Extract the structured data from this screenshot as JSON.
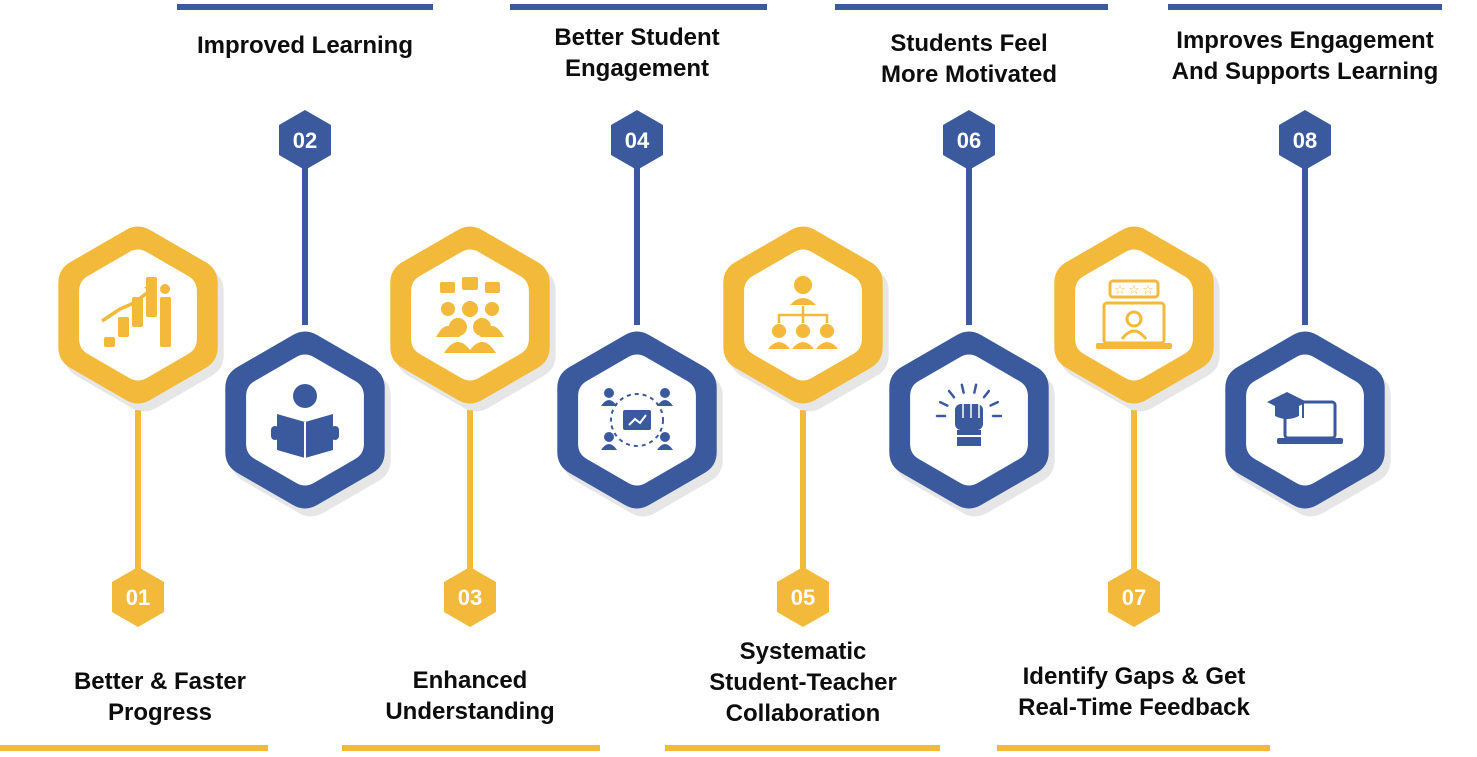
{
  "colors": {
    "yellow": "#f2b93b",
    "yellow_dark": "#f0a81a",
    "blue": "#3b5a9e",
    "shadow": "#d6d6d6",
    "text": "#0d0d0d"
  },
  "steps": [
    {
      "number": "01",
      "lines": [
        "Better & Faster",
        "Progress"
      ],
      "color": "yellow",
      "icon": "growth-chart-icon"
    },
    {
      "number": "02",
      "lines": [
        "Improved Learning"
      ],
      "color": "blue",
      "icon": "reading-person-icon"
    },
    {
      "number": "03",
      "lines": [
        "Enhanced",
        "Understanding"
      ],
      "color": "yellow",
      "icon": "group-discussion-icon"
    },
    {
      "number": "04",
      "lines": [
        "Better Student",
        "Engagement"
      ],
      "color": "blue",
      "icon": "collaboration-network-icon"
    },
    {
      "number": "05",
      "lines": [
        "Systematic",
        "Student-Teacher",
        "Collaboration"
      ],
      "color": "yellow",
      "icon": "hierarchy-icon"
    },
    {
      "number": "06",
      "lines": [
        "Students Feel",
        "More Motivated"
      ],
      "color": "blue",
      "icon": "raised-fist-icon"
    },
    {
      "number": "07",
      "lines": [
        "Identify Gaps & Get",
        "Real-Time Feedback"
      ],
      "color": "yellow",
      "icon": "rating-feedback-icon"
    },
    {
      "number": "08",
      "lines": [
        "Improves Engagement",
        "And Supports Learning"
      ],
      "color": "blue",
      "icon": "graduation-laptop-icon"
    }
  ]
}
